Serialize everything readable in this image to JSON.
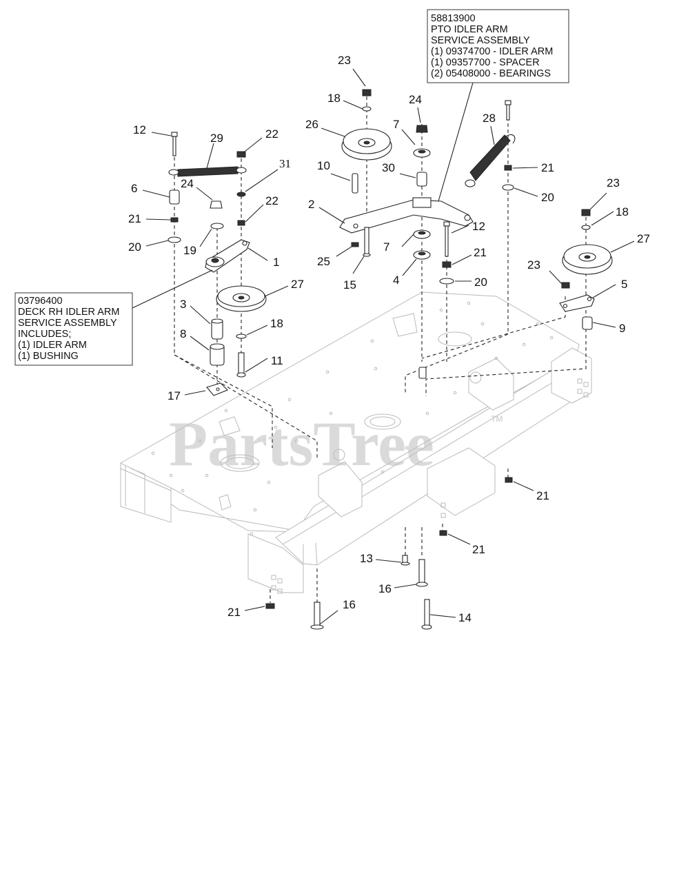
{
  "watermark": {
    "text": "PartsTree",
    "tm": "TM"
  },
  "assembly_boxes": [
    {
      "id": "pto-idler",
      "lines": [
        "58813900",
        "PTO IDLER ARM",
        "SERVICE ASSEMBLY",
        "(1) 09374700 - IDLER ARM",
        "(1) 09357700 - SPACER",
        "(2) 05408000 - BEARINGS"
      ]
    },
    {
      "id": "deck-rh-idler",
      "lines": [
        "03796400",
        "DECK RH IDLER ARM",
        "SERVICE ASSEMBLY",
        "INCLUDES;",
        "(1) IDLER ARM",
        "(1)  BUSHING"
      ]
    }
  ],
  "callouts": [
    "23",
    "18",
    "26",
    "24",
    "7",
    "10",
    "28",
    "30",
    "21",
    "20",
    "2",
    "12",
    "25",
    "15",
    "4",
    "23",
    "18",
    "27",
    "5",
    "9",
    "12",
    "29",
    "22",
    "31",
    "6",
    "24",
    "22",
    "21",
    "20",
    "19",
    "1",
    "27",
    "3",
    "18",
    "8",
    "11",
    "17",
    "21",
    "21",
    "13",
    "16",
    "14",
    "21",
    "16",
    "7",
    "21",
    "20",
    "23"
  ]
}
